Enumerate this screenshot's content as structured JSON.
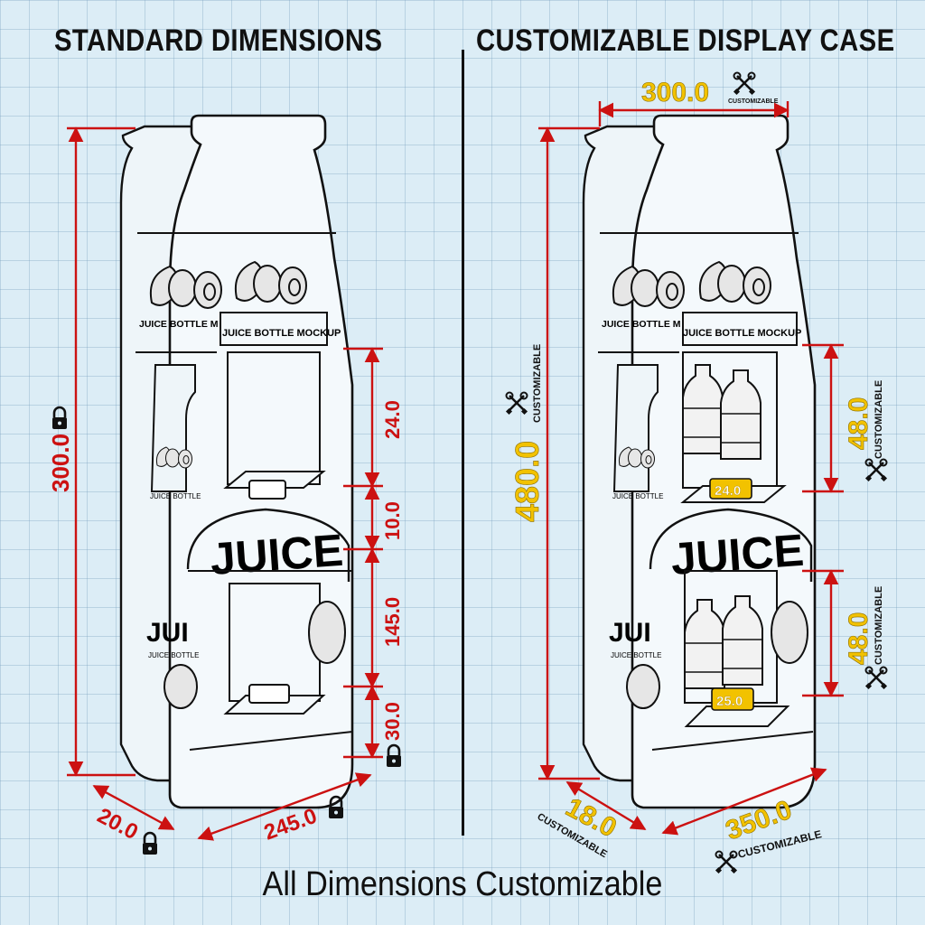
{
  "titles": {
    "left": "STANDARD DIMENSIONS",
    "right": "CUSTOMIZABLE DISPLAY CASE"
  },
  "footer": "All Dimensions Customizable",
  "labels": {
    "mockup": "JUICE BOTTLE MOCKUP",
    "mockup_left_cut": "JUICE BOTTLE M",
    "mockup_side_small": "JUICE BOTTLE",
    "juice": "JUICE",
    "juice_side": "JUI",
    "customizable": "CUSTOMIZABLE"
  },
  "standard": {
    "height": "300.0",
    "segments": [
      "24.0",
      "10.0",
      "145.0",
      "30.0"
    ],
    "depth": "20.0",
    "width": "245.0"
  },
  "custom": {
    "top_width": "300.0",
    "height": "480.0",
    "shelf_upper": "48.0",
    "shelf_lower": "48.0",
    "price_upper": "24.0",
    "price_lower": "25.0",
    "depth": "18.0",
    "width": "350.0"
  },
  "colors": {
    "standard_dim": "#cc1111",
    "custom_dim": "#f2c200",
    "ink": "#111111",
    "background": "#dcedf6"
  },
  "icons": {
    "lock": "padlock-icon",
    "tools": "wrench-screwdriver-icon"
  }
}
